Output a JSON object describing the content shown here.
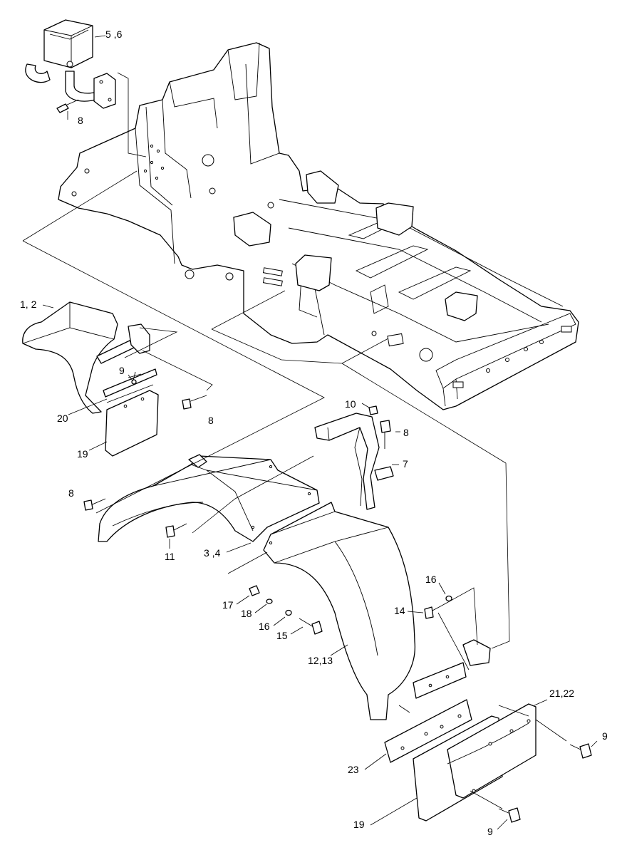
{
  "callouts": [
    {
      "id": "c-5-6",
      "text": "5 ,6"
    },
    {
      "id": "c-8-top",
      "text": "8"
    },
    {
      "id": "c-1-2",
      "text": "1, 2"
    },
    {
      "id": "c-9-left",
      "text": "9"
    },
    {
      "id": "c-20",
      "text": "20"
    },
    {
      "id": "c-8-flap",
      "text": "8"
    },
    {
      "id": "c-19-left",
      "text": "19"
    },
    {
      "id": "c-10",
      "text": "10"
    },
    {
      "id": "c-8-bracket",
      "text": "8"
    },
    {
      "id": "c-7",
      "text": "7"
    },
    {
      "id": "c-8-fender",
      "text": "8"
    },
    {
      "id": "c-11",
      "text": "11"
    },
    {
      "id": "c-3-4",
      "text": "3 ,4"
    },
    {
      "id": "c-16-right",
      "text": "16"
    },
    {
      "id": "c-17",
      "text": "17"
    },
    {
      "id": "c-14",
      "text": "14"
    },
    {
      "id": "c-18",
      "text": "18"
    },
    {
      "id": "c-16-left",
      "text": "16"
    },
    {
      "id": "c-15",
      "text": "15"
    },
    {
      "id": "c-12-13",
      "text": "12,13"
    },
    {
      "id": "c-21-22",
      "text": "21,22"
    },
    {
      "id": "c-9-right",
      "text": "9"
    },
    {
      "id": "c-23",
      "text": "23"
    },
    {
      "id": "c-19-bottom",
      "text": "19"
    },
    {
      "id": "c-9-bottom",
      "text": "9"
    }
  ]
}
